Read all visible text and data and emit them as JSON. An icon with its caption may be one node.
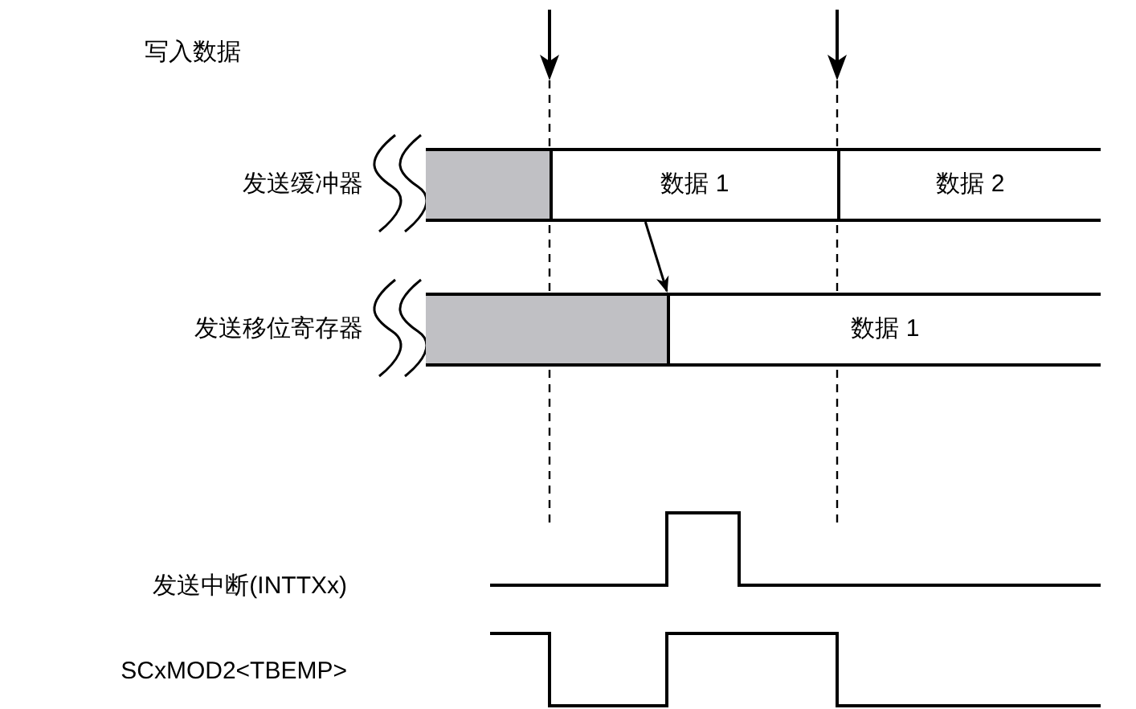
{
  "diagram": {
    "nodes": [
      {
        "text": [],
        "shape": "box"
      },
      {
        "text": [
          "数据 1"
        ]
      },
      {
        "text": [
          "数据 2"
        ]
      },
      {
        "text": [],
        "shape": "box"
      },
      {
        "text": [
          "数据 1"
        ]
      }
    ],
    "edges": [
      {
        "from": 1,
        "to": 4,
        "arrow": "to"
      }
    ],
    "labels": [
      "写入数据",
      "发送缓冲器",
      "发送移位寄存器",
      "发送中断(INTTXx)",
      "SCxMOD2<TBEMP>"
    ]
  }
}
